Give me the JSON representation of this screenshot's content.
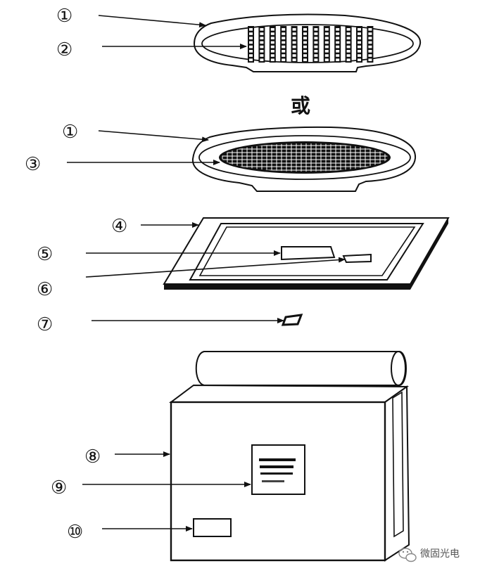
{
  "labels": {
    "c1a": "①",
    "c2": "②",
    "or_text": "或",
    "c1b": "①",
    "c3": "③",
    "c4": "④",
    "c5": "⑤",
    "c6": "⑥",
    "c7": "⑦",
    "c8": "⑧",
    "c9": "⑨",
    "c10": "⑩"
  },
  "watermark": {
    "text": "微固光电",
    "icon": "wechat-icon"
  }
}
